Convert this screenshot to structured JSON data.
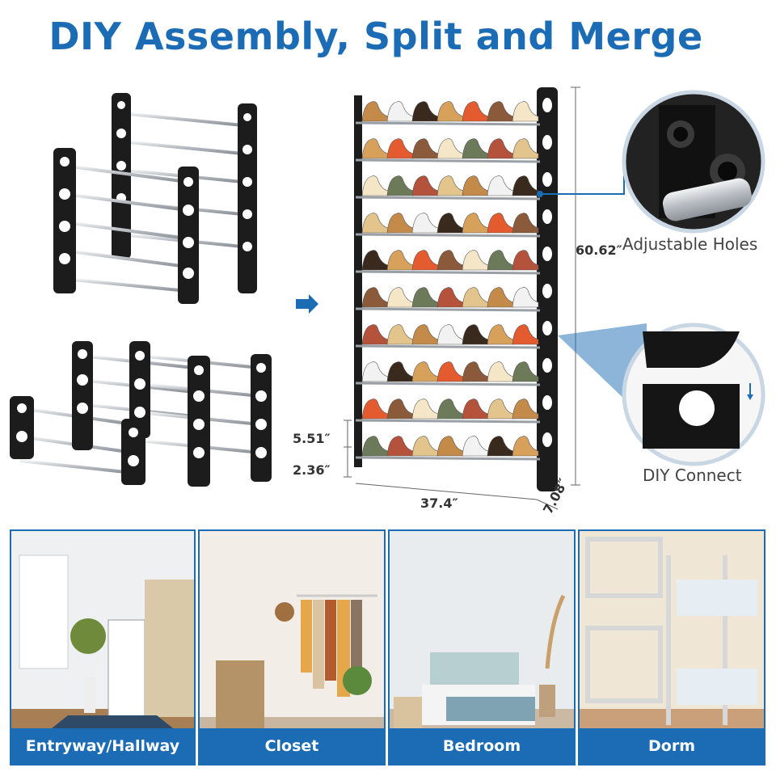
{
  "header": {
    "title": "DIY Assembly, Split and Merge"
  },
  "dimensions": {
    "height": "60.62″",
    "tier_spacing": "5.51″",
    "bottom_clearance": "2.36″",
    "width": "37.4″",
    "depth": "7.08″"
  },
  "callouts": {
    "top": "Adjustable Holes",
    "bottom": "DIY Connect"
  },
  "scenes": [
    {
      "label": "Entryway/Hallway"
    },
    {
      "label": "Closet"
    },
    {
      "label": "Bedroom"
    },
    {
      "label": "Dorm"
    }
  ],
  "colors": {
    "brand_blue": "#1b6cb5",
    "rack_black": "#1c1c1c",
    "rod_silver": "#c9ccd0"
  }
}
